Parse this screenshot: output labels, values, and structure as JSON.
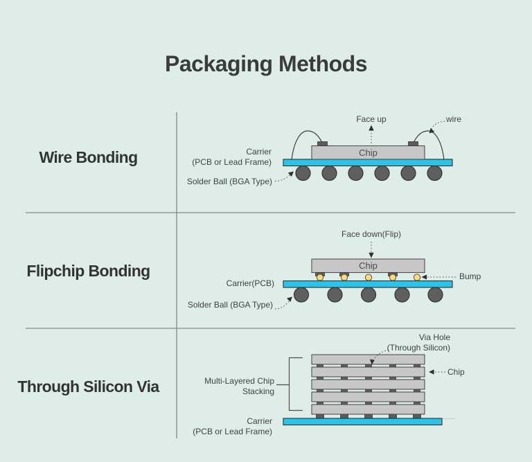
{
  "title": "Packaging Methods",
  "colors": {
    "background": "#DFEDE9",
    "title_text": "#3B3B3B",
    "carrier": "#2BC3E8",
    "chip_fill": "#C7C7C7",
    "chip_stroke": "#4F4F4F",
    "ball": "#5F5F5F",
    "bump": "#FADB7D"
  },
  "rows": [
    {
      "label": "Wire Bonding",
      "chip": "Chip",
      "face": "Face up",
      "wire": "wire",
      "carrier": "Carrier\n(PCB or Lead Frame)",
      "solder_ball": "Solder Ball (BGA Type)"
    },
    {
      "label": "Flipchip Bonding",
      "chip": "Chip",
      "face": "Face down(Flip)",
      "bump": "Bump",
      "carrier": "Carrier(PCB)",
      "solder_ball": "Solder Ball (BGA Type)"
    },
    {
      "label": "Through Silicon Via",
      "chip": "Chip",
      "via_hole": "Via Hole\n(Through Silicon)",
      "stacking": "Multi-Layered Chip\nStacking",
      "carrier": "Carrier\n(PCB or Lead Frame)"
    }
  ]
}
